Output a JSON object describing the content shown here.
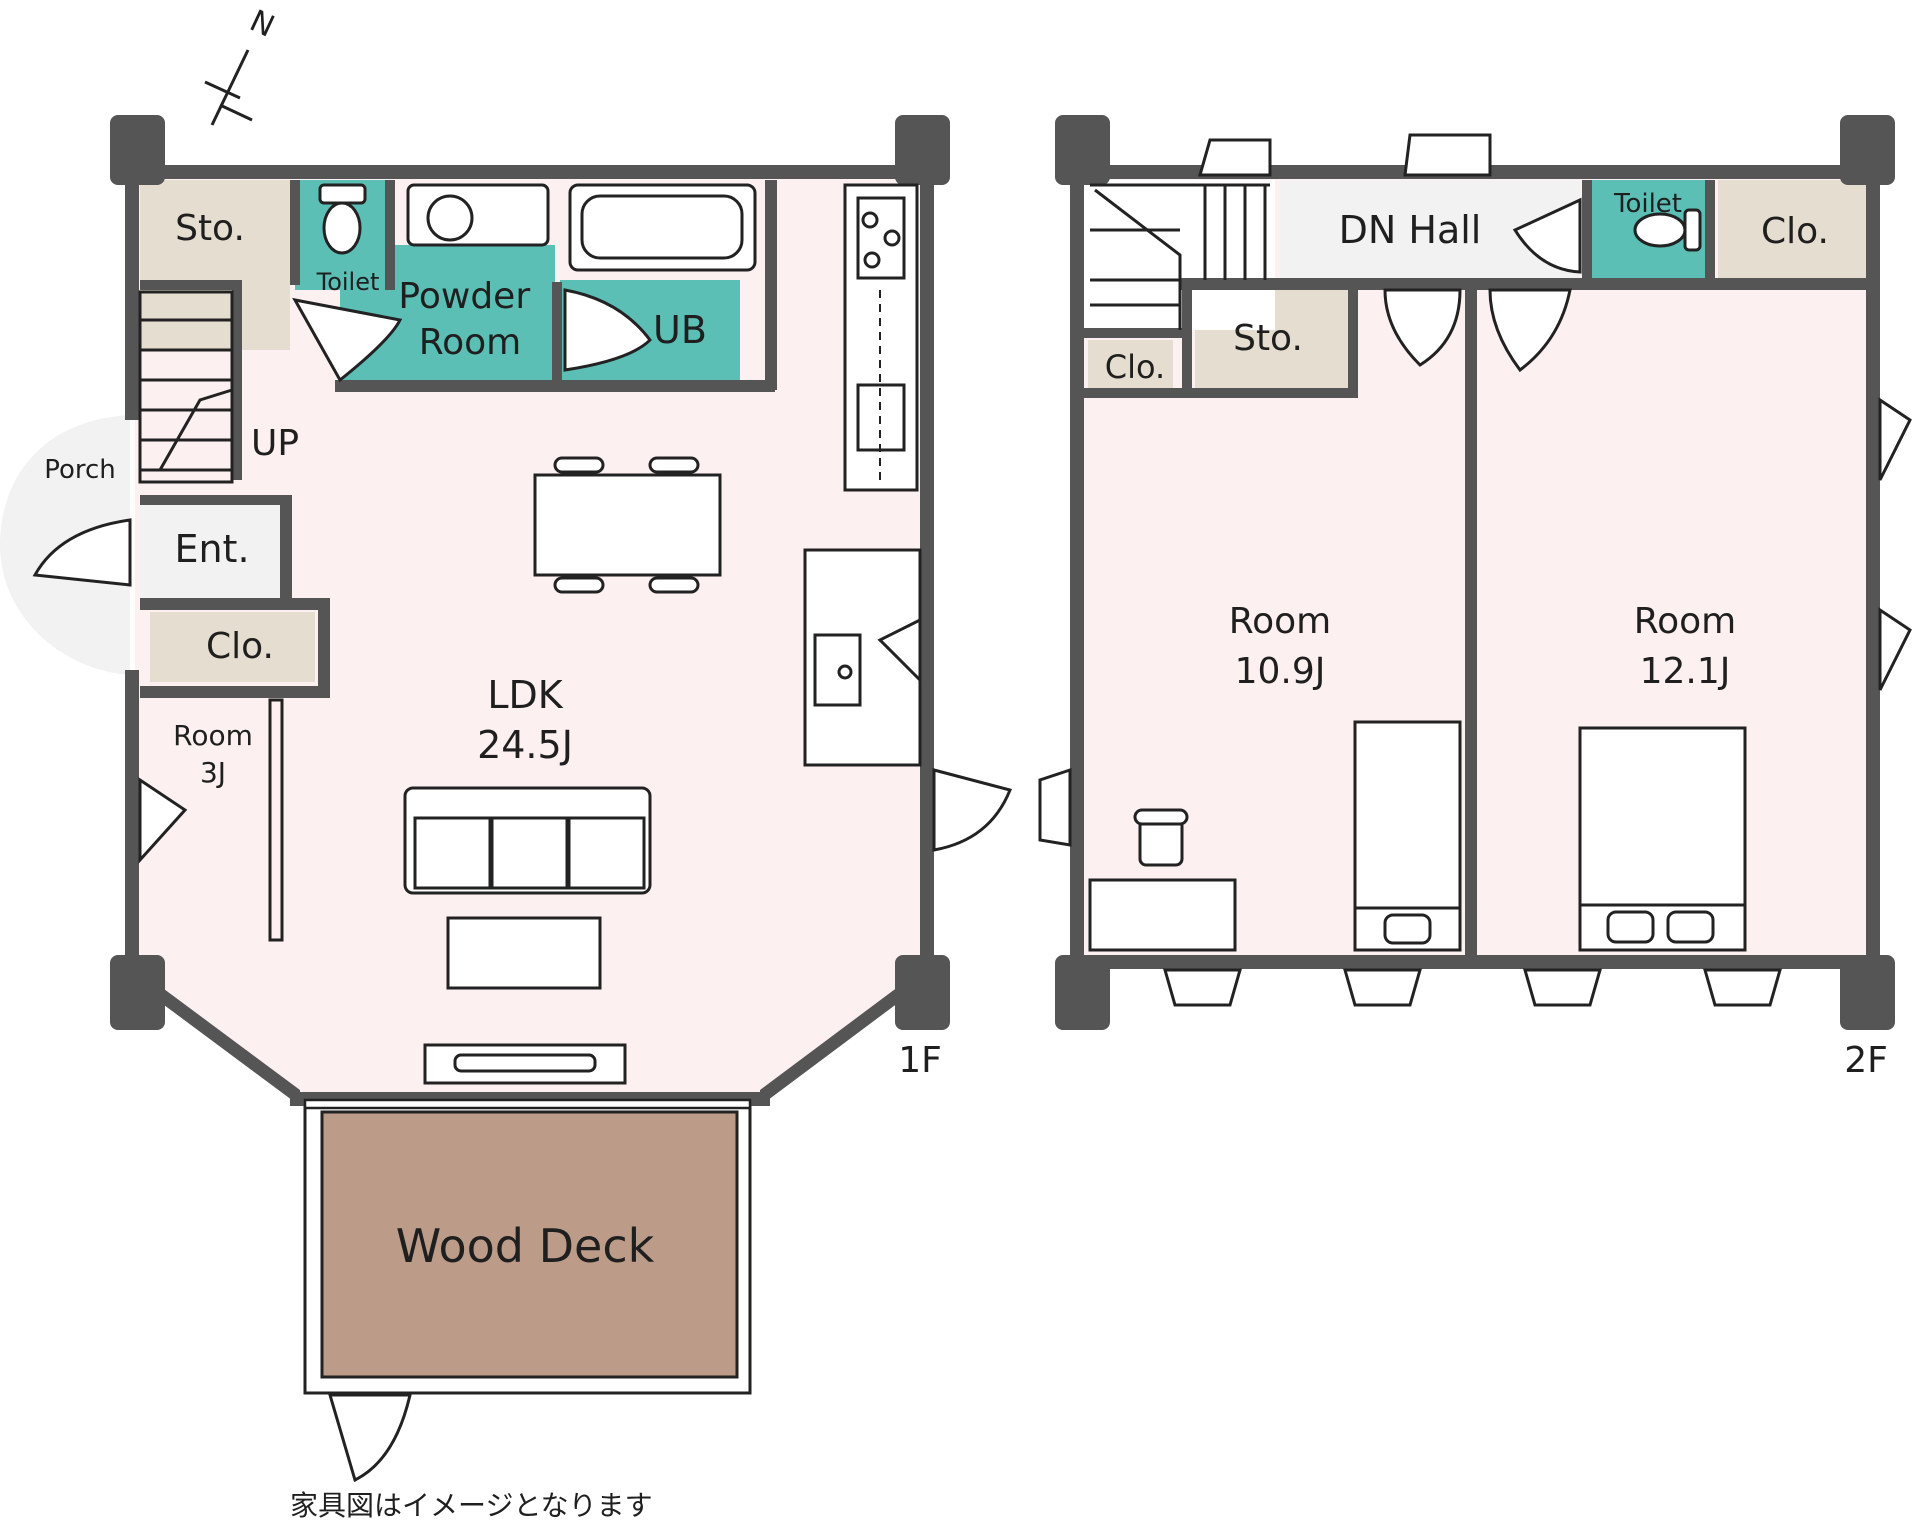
{
  "colors": {
    "wall": "#555555",
    "floor": "#fcf0f0",
    "wet_area": "#5cbfb5",
    "storage": "#e5ddcf",
    "wood_deck": "#bc9c88",
    "entrance": "#f2f2f2"
  },
  "compass": {
    "label": "N"
  },
  "floor1": {
    "label": "1F",
    "rooms": {
      "storage": "Sto.",
      "toilet": "Toilet",
      "powder_room": "Powder\nRoom",
      "unit_bath": "UB",
      "stairs_up": "UP",
      "porch": "Porch",
      "entrance": "Ent.",
      "closet": "Clo.",
      "room_name": "Room",
      "room_size": "3J",
      "ldk_name": "LDK",
      "ldk_size": "24.5J",
      "wood_deck": "Wood Deck"
    }
  },
  "floor2": {
    "label": "2F",
    "rooms": {
      "hall": "DN Hall",
      "toilet": "Toilet",
      "closet_east": "Clo.",
      "storage": "Sto.",
      "closet_small": "Clo.",
      "room_a_name": "Room",
      "room_a_size": "10.9J",
      "room_b_name": "Room",
      "room_b_size": "12.1J"
    }
  },
  "note": "家具図はイメージとなります"
}
